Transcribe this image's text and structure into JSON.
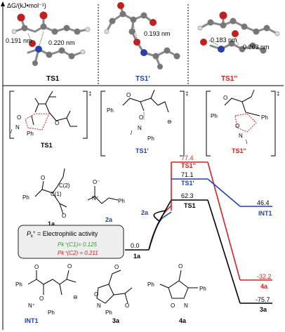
{
  "axis": {
    "ylabel": "ΔG/(kJ•mol⁻¹)"
  },
  "structures_3d": [
    {
      "label": "TS1",
      "color": "#000000",
      "dist1": "0.191 nm",
      "dist2": "0.220 nm"
    },
    {
      "label": "TS1'",
      "color": "#1f3fbf",
      "dist1": "0.193 nm"
    },
    {
      "label": "TS1''",
      "color": "#d62020",
      "dist1": "0.183 nm",
      "dist2": "0.263 nm"
    }
  ],
  "ts_drawings": [
    {
      "label": "TS1",
      "color": "#000000"
    },
    {
      "label": "TS1'",
      "color": "#1f3fbf"
    },
    {
      "label": "TS1''",
      "color": "#d62020"
    }
  ],
  "dagger": "‡",
  "reactants": {
    "r1": {
      "label": "1a",
      "c1": "C(1)",
      "c2": "C(2)",
      "ph": "Ph"
    },
    "r2": {
      "label": "2a",
      "ph": "Ph"
    }
  },
  "electrophilic_box": {
    "title_p": "P",
    "title_sub": "k",
    "title_sup": "+",
    "title_text": " = Electrophilic activity",
    "line1": "Pk⁺(C1)= 0.125",
    "line2": "Pk⁺(C2) = 0.211",
    "line1_color": "#2e9a2e",
    "line2_color": "#d62020"
  },
  "bottom_structures": [
    {
      "label": "INT1",
      "color": "#1f3fbf"
    },
    {
      "label": "3a",
      "color": "#000000"
    },
    {
      "label": "4a",
      "color": "#000000"
    }
  ],
  "energy_levels": [
    {
      "value": "0.0",
      "label": "1a"
    },
    {
      "value": "62.3",
      "label": "TS1",
      "color": "#000000"
    },
    {
      "value": "71.1",
      "label": "TS1'",
      "color": "#1f3fbf"
    },
    {
      "value": "77.4",
      "label": "TS1''",
      "color": "#d62020"
    },
    {
      "value": "46.4",
      "label": "INT1",
      "color": "#1f3fbf"
    },
    {
      "value": "-32.2",
      "label": "4a",
      "color": "#d62020"
    },
    {
      "value": "-75.7",
      "label": "3a",
      "color": "#000000"
    }
  ],
  "approach_label": "2a"
}
